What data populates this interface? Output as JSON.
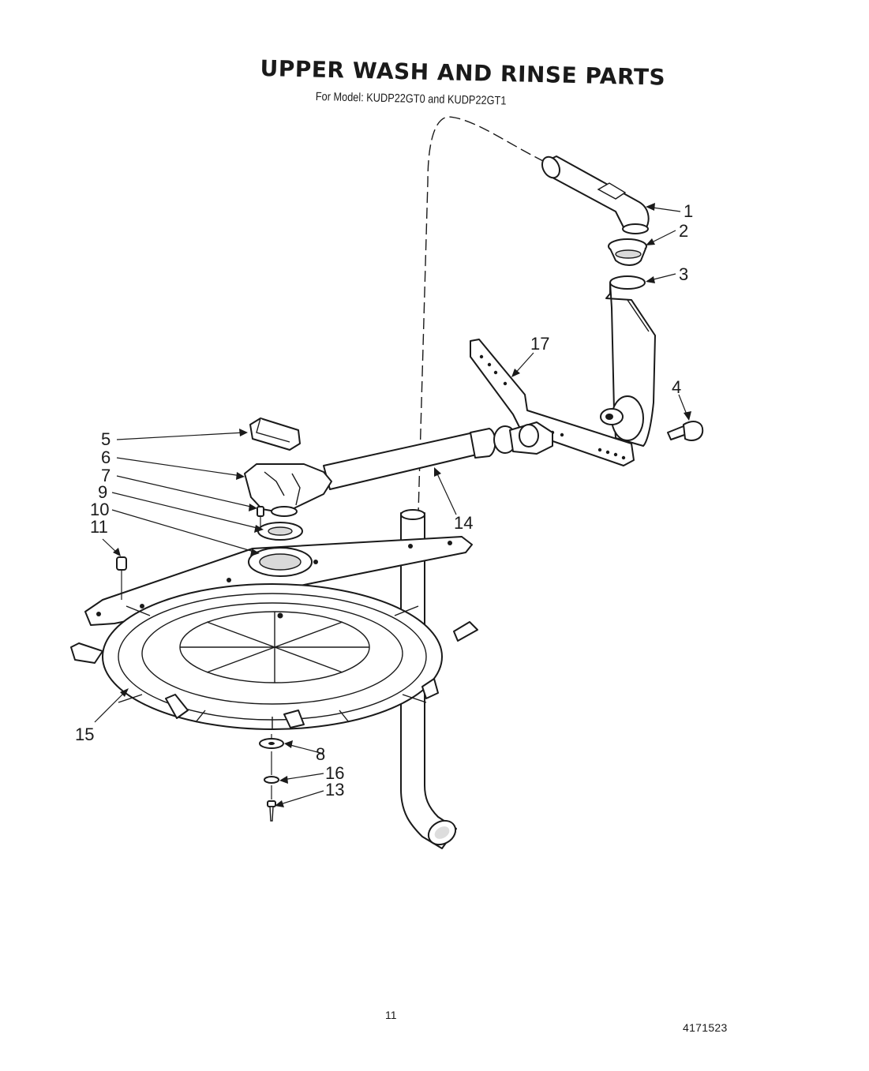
{
  "title": "UPPER WASH AND RINSE PARTS",
  "subtitle": "For Model: KUDP22GT0 and KUDP22GT1",
  "page_number": "11",
  "doc_number": "4171523",
  "callouts": [
    {
      "id": "1",
      "label": "1"
    },
    {
      "id": "2",
      "label": "2"
    },
    {
      "id": "3",
      "label": "3"
    },
    {
      "id": "4",
      "label": "4"
    },
    {
      "id": "5",
      "label": "5"
    },
    {
      "id": "6",
      "label": "6"
    },
    {
      "id": "7",
      "label": "7"
    },
    {
      "id": "8",
      "label": "8"
    },
    {
      "id": "9",
      "label": "9"
    },
    {
      "id": "10",
      "label": "10"
    },
    {
      "id": "11",
      "label": "11"
    },
    {
      "id": "13",
      "label": "13"
    },
    {
      "id": "14",
      "label": "14"
    },
    {
      "id": "15",
      "label": "15"
    },
    {
      "id": "16",
      "label": "16"
    },
    {
      "id": "17",
      "label": "17"
    }
  ]
}
